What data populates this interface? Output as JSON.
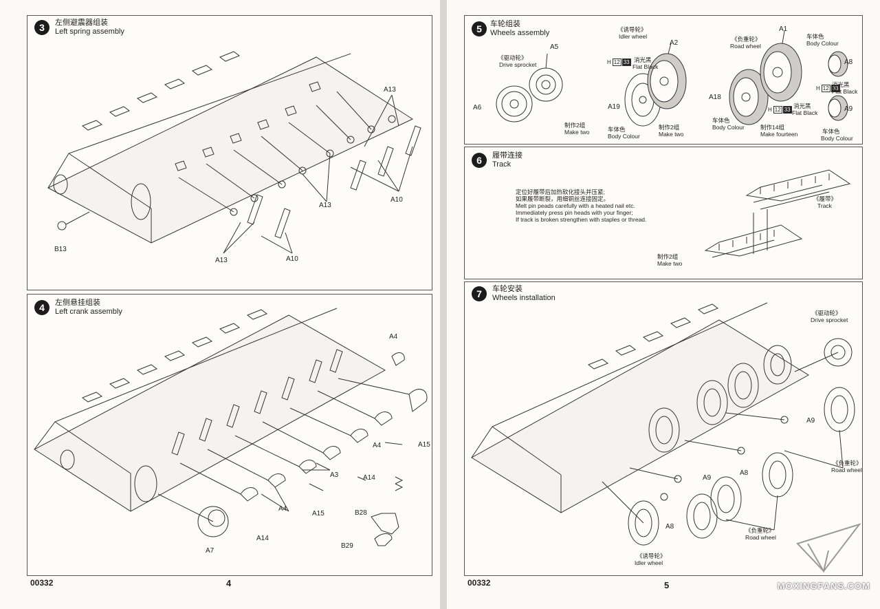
{
  "left_page": {
    "code": "00332",
    "number": "4",
    "step3": {
      "num": "3",
      "title_cn": "左侧避震器组装",
      "title_en": "Left spring assembly",
      "parts": {
        "a13_top": "A13",
        "a10_right": "A10",
        "a13_mid": "A13",
        "a13_bot": "A13",
        "a10_bot": "A10",
        "b13": "B13"
      }
    },
    "step4": {
      "num": "4",
      "title_cn": "左侧悬挂组装",
      "title_en": "Left crank assembly",
      "parts": {
        "a4_top": "A4",
        "a15_right": "A15",
        "a4_mid": "A4",
        "a3": "A3",
        "a14_mid": "A14",
        "a4_bot": "A4",
        "a15_bot": "A15",
        "a14_bot": "A14",
        "a7": "A7",
        "b28": "B28",
        "b29": "B29"
      }
    }
  },
  "right_page": {
    "code": "00332",
    "number": "5",
    "step5": {
      "num": "5",
      "title_cn": "车轮组装",
      "title_en": "Wheels assembly",
      "drive_cn": "《驱动轮》",
      "drive_en": "Drive sprocket",
      "a5": "A5",
      "a6": "A6",
      "make_two_cn": "制作2组",
      "make_two_en": "Make two",
      "idler_cn": "《诱导轮》",
      "idler_en": "Idler wheel",
      "a2": "A2",
      "a19": "A19",
      "flat_black_cn": "消光黑",
      "flat_black_en": "Flat Black",
      "h_code": "H",
      "c12": "12",
      "c33": "33",
      "body_cn": "车体色",
      "body_en": "Body Colour",
      "road_cn": "《负重轮》",
      "road_en": "Road wheel",
      "a1": "A1",
      "a18": "A18",
      "make_14_cn": "制作14组",
      "make_14_en": "Make fourteen",
      "a8": "A8",
      "a9": "A9"
    },
    "step6": {
      "num": "6",
      "title_cn": "履带连接",
      "title_en": "Track",
      "note": [
        "定位好履带后加热软化接头并压紧;",
        "如果履带断裂，用细铜丝连接固定。",
        "Melt pin peads carefully with a heated nail etc.",
        "Immediately press pin heads with your finger;",
        "If track is broken strengthen with staples or thread."
      ],
      "track_cn": "《履带》",
      "track_en": "Track",
      "make_two_cn": "制作2组",
      "make_two_en": "Make two"
    },
    "step7": {
      "num": "7",
      "title_cn": "车轮安装",
      "title_en": "Wheels installation",
      "drive_cn": "《驱动轮》",
      "drive_en": "Drive sprocket",
      "a9_a": "A9",
      "a8_a": "A8",
      "a9_b": "A9",
      "a8_b": "A8",
      "road_cn": "《负重轮》",
      "road_en": "Road wheel",
      "road2_cn": "《负重轮》",
      "road2_en": "Road wheel",
      "idler_cn": "《诱导轮》",
      "idler_en": "Idler wheel"
    }
  },
  "watermark": "MOXINGFANS.COM"
}
